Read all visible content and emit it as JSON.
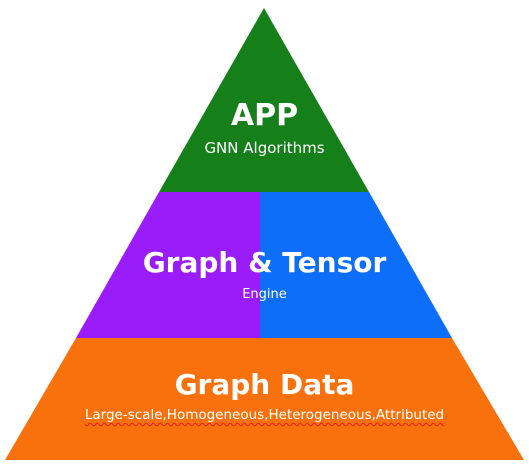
{
  "pyramid": {
    "top": {
      "title": "APP",
      "subtitle": "GNN Algorithms",
      "color": "#158019"
    },
    "middle": {
      "title": "Graph & Tensor",
      "subtitle": "Engine",
      "color_left": "#9b1cfa",
      "color_right": "#0d6efa"
    },
    "bottom": {
      "title": "Graph Data",
      "subtitle": "Large-scale,Homogeneous,Heterogeneous,Attributed",
      "color": "#f8710c"
    }
  }
}
